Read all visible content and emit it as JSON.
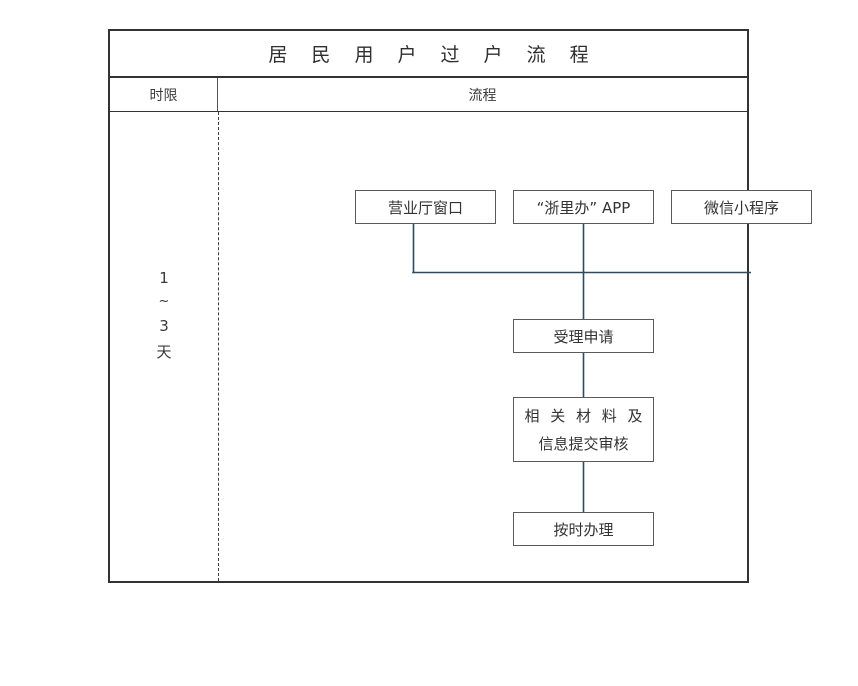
{
  "document": {
    "title": "居 民 用 户 过 户 流 程"
  },
  "table": {
    "headers": {
      "deadline": "时限",
      "process": "流程"
    }
  },
  "deadline": {
    "lines": [
      "1",
      "~",
      "3",
      "天"
    ],
    "line_1": "1",
    "line_2": "~",
    "line_3": "3",
    "line_4": "天"
  },
  "flow": {
    "entry_channels": [
      {
        "id": "hall",
        "label": "营业厅窗口"
      },
      {
        "id": "zlb",
        "label": "“浙里办” APP"
      },
      {
        "id": "wechat",
        "label": "微信小程序"
      }
    ],
    "steps": [
      {
        "id": "accept",
        "label": "受理申请"
      },
      {
        "id": "materials",
        "line1": "相 关 材 料 及",
        "line2": "信息提交审核"
      },
      {
        "id": "process",
        "label": "按时办理"
      }
    ]
  },
  "colors": {
    "frame_border": "#333333",
    "node_border": "#5a5a5a",
    "connector": "#2d4a63",
    "divider": "#3c3c3c",
    "text": "#333333",
    "background": "#ffffff"
  }
}
